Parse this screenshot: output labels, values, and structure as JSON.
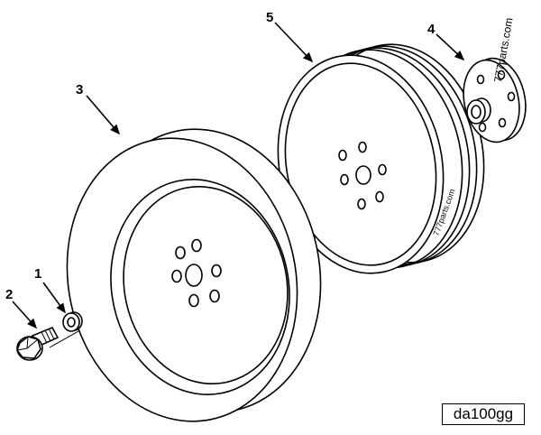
{
  "callouts": {
    "washer": "1",
    "capscrew": "2",
    "vibration_damper": "3",
    "adapter": "4",
    "pulley": "5"
  },
  "watermarks": {
    "pulley": "777parts.com",
    "adapter": "777parts.com"
  },
  "figure_id": "da100gg"
}
